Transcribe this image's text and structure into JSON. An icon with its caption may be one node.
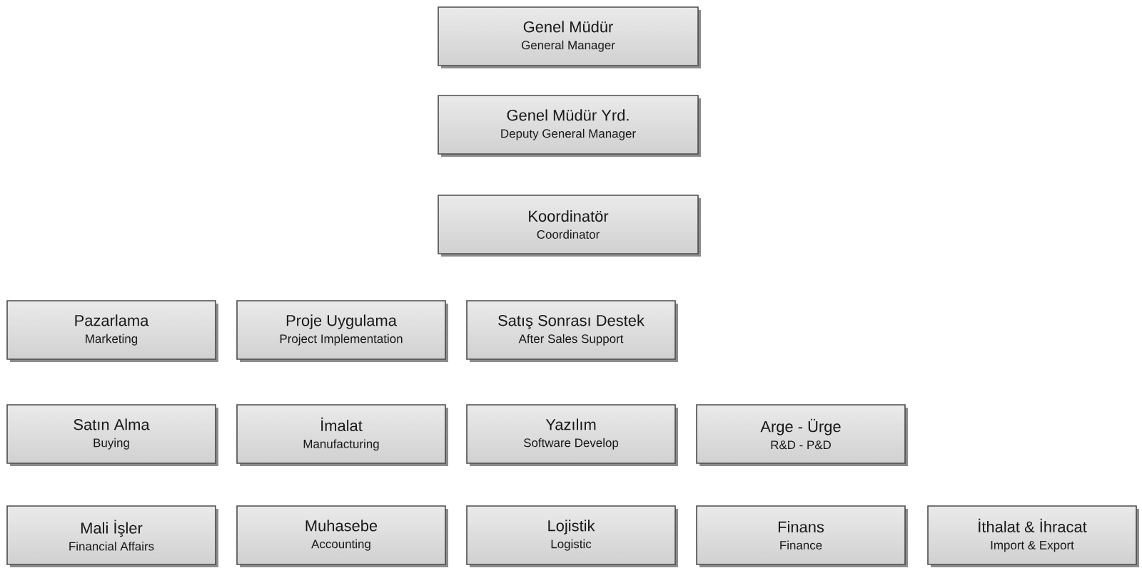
{
  "diagram": {
    "nodes": [
      {
        "text": [
          "Genel Müdür",
          "General Manager"
        ]
      },
      {
        "text": [
          "Genel Müdür Yrd.",
          "Deputy General Manager"
        ]
      },
      {
        "text": [
          "Koordinatör",
          "Coordinator"
        ]
      },
      {
        "text": [
          "Pazarlama",
          "Marketing"
        ]
      },
      {
        "text": [
          "Proje Uygulama",
          "Project Implementation"
        ]
      },
      {
        "text": [
          "Satış Sonrası Destek",
          "After Sales Support"
        ]
      },
      {
        "text": [
          "Satın Alma",
          "Buying"
        ]
      },
      {
        "text": [
          "İmalat",
          "Manufacturing"
        ]
      },
      {
        "text": [
          "Yazılım",
          "Software Develop"
        ]
      },
      {
        "text": [
          "Arge - Ürge",
          "R&D - P&D"
        ]
      },
      {
        "text": [
          "Mali İşler",
          "Financial Affairs"
        ]
      },
      {
        "text": [
          "Muhasebe",
          "Accounting"
        ]
      },
      {
        "text": [
          "Lojistik",
          "Logistic"
        ]
      },
      {
        "text": [
          "Finans",
          "Finance"
        ]
      },
      {
        "text": [
          "İthalat & İhracat",
          "Import & Export"
        ]
      }
    ]
  }
}
